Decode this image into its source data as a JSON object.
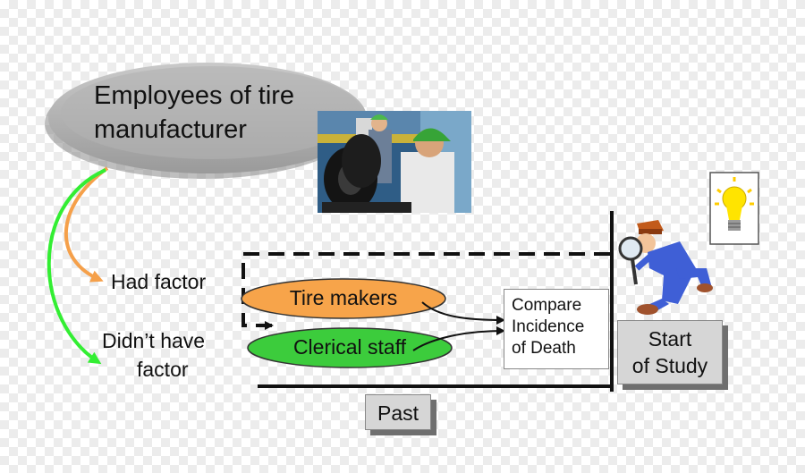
{
  "population": {
    "title_line1": "Employees of tire",
    "title_line2": "manufacturer"
  },
  "groups": {
    "exposed_label": "Had factor",
    "unexposed_label_line1": "Didn’t have",
    "unexposed_label_line2": "factor"
  },
  "cohorts": {
    "exposed": "Tire makers",
    "unexposed": "Clerical staff"
  },
  "outcome": {
    "line1": "Compare",
    "line2": "Incidence",
    "line3": "of Death"
  },
  "timeline": {
    "start_line1": "Start",
    "start_line2": "of Study",
    "past": "Past"
  },
  "colors": {
    "population_ellipse": "#a9a9a9",
    "exposed_oval": "#f7a44a",
    "exposed_arrow": "#f5a04a",
    "unexposed_oval": "#3ccc3c",
    "unexposed_arrow": "#33ee33",
    "box_fill": "#d6d6d6"
  },
  "icons": {
    "photo": "factory-workers-photo",
    "detective": "detective-magnifier-icon",
    "idea": "lightbulb-icon"
  }
}
